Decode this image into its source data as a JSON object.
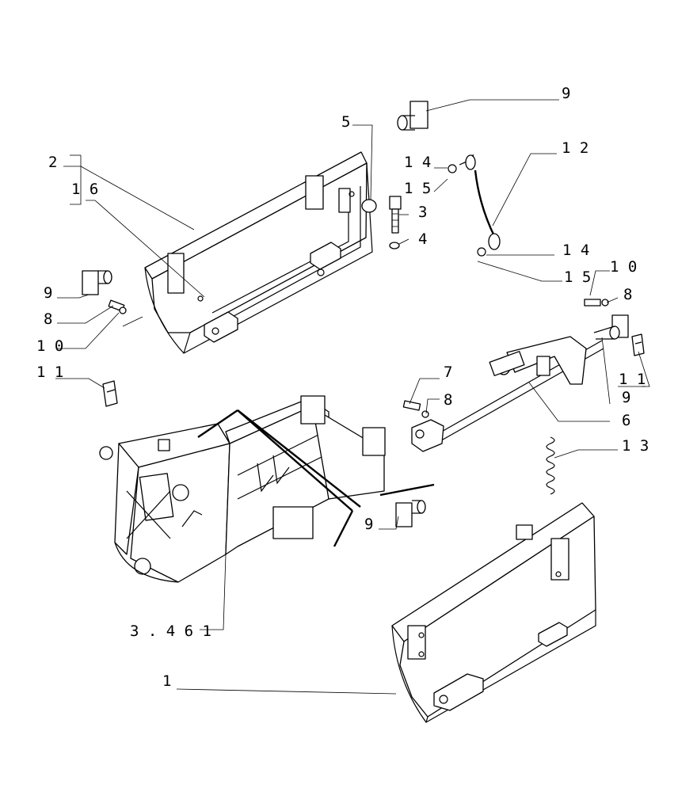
{
  "labels": {
    "l1": "1",
    "l2": "2",
    "l3": "3",
    "l4": "4",
    "l5": "5",
    "l6": "6",
    "l7": "7",
    "l8a": "8",
    "l8b": "8",
    "l8c": "8",
    "l9a": "9",
    "l9b": "9",
    "l9c": "9",
    "l9d": "9",
    "l10a": "1 0",
    "l10b": "1 0",
    "l11a": "1 1",
    "l11b": "1 1",
    "l12": "1 2",
    "l13": "1 3",
    "l14a": "1 4",
    "l14b": "1 4",
    "l15a": "1 5",
    "l15b": "1 5",
    "l16": "1 6",
    "lref": "3 . 4 6 1"
  }
}
